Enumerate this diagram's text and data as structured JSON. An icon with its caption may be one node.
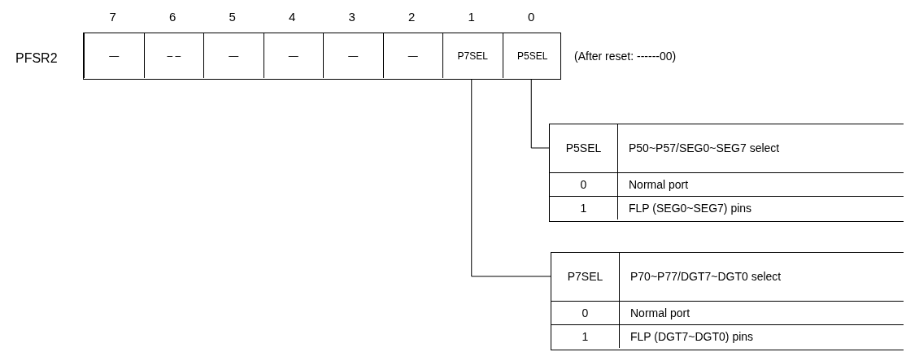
{
  "diagram": {
    "nodes": [
      {
        "text": [
          "PFSR2"
        ],
        "beside": [
          "(After reset: ------00)"
        ]
      },
      {
        "text": [
          "—"
        ],
        "in": 0
      },
      {
        "text": [
          "– –"
        ],
        "in": 0
      },
      {
        "text": [
          "—"
        ],
        "in": 0
      },
      {
        "text": [
          "—"
        ],
        "in": 0
      },
      {
        "text": [
          "—"
        ],
        "in": 0
      },
      {
        "text": [
          "—"
        ],
        "in": 0
      },
      {
        "text": [
          "P7SEL"
        ],
        "in": 0
      },
      {
        "text": [
          "P5SEL"
        ],
        "in": 0
      },
      {
        "text": [
          "P5SEL",
          "P50~P57/SEG0~SEG7 select",
          "0",
          "Normal port",
          "1",
          "FLP (SEG0~SEG7) pins"
        ]
      },
      {
        "text": [
          "P7SEL",
          "P70~P77/DGT7~DGT0 select",
          "0",
          "Normal port",
          "1",
          "FLP (DGT7~DGT0) pins"
        ]
      }
    ],
    "edges": [
      {
        "from": 8,
        "to": 9,
        "arrow": "none"
      },
      {
        "from": 7,
        "to": 10,
        "arrow": "none"
      }
    ],
    "labels": [
      "7",
      "6",
      "5",
      "4",
      "3",
      "2",
      "1",
      "0"
    ]
  }
}
